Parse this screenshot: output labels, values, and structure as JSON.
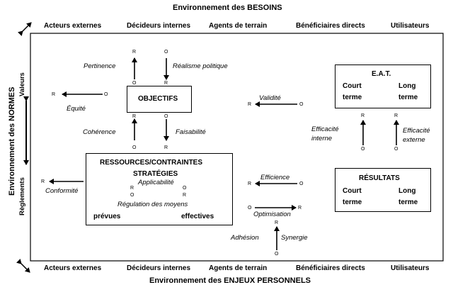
{
  "env": {
    "top_title": "Environnement des BESOINS",
    "bottom_title": "Environnement des ENJEUX PERSONNELS",
    "left_title": "Environnement des NORMES",
    "left_valeurs": "Valeurs",
    "left_reglements": "Règlements"
  },
  "actors": {
    "acteurs_externes": "Acteurs externes",
    "decideurs_internes": "Décideurs internes",
    "agents_de_terrain": "Agents de terrain",
    "beneficiaires_directs": "Bénéficiaires directs",
    "utilisateurs": "Utilisateurs"
  },
  "boxes": {
    "objectifs": "OBJECTIFS",
    "ressources_contraintes": "RESSOURCES/CONTRAINTES",
    "strategies": "STRATÉGIES",
    "prevues": "prévues",
    "effectives": "effectives",
    "eat": "E.A.T.",
    "resultats": "RÉSULTATS",
    "court": "Court",
    "long": "Long",
    "terme": "terme"
  },
  "criteria": {
    "pertinence": "Pertinence",
    "realisme_politique": "Réalisme politique",
    "equite": "Équité",
    "coherence": "Cohérence",
    "faisabilite": "Faisabilité",
    "conformite": "Conformité",
    "applicabilite": "Applicabilité",
    "regulation_des_moyens": "Régulation des moyens",
    "validite": "Validité",
    "efficacite_interne_1": "Efficacité",
    "efficacite_interne_2": "interne",
    "efficacite_externe_1": "Efficacité",
    "efficacite_externe_2": "externe",
    "efficience": "Efficience",
    "optimisation": "Optimisation",
    "adhesion": "Adhésion",
    "synergie": "Synergie"
  },
  "markers": {
    "r": "R",
    "o": "O"
  }
}
